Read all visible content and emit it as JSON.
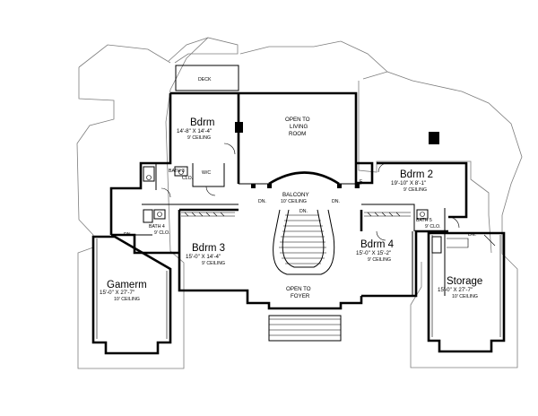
{
  "rooms": {
    "deck": "DECK",
    "bedroom1": {
      "name": "Bdrm",
      "size": "14'-8\" X 14'-4\"",
      "ceiling": "9' CEILING"
    },
    "open_living": {
      "line1": "OPEN TO",
      "line2": "LIVING",
      "line3": "ROOM"
    },
    "wic": "W/C",
    "bath3": {
      "name": "BATH 3",
      "clo": "CLO."
    },
    "bedroom2": {
      "name": "Bdrm 2",
      "size": "19'-10\" X 8'-1\"",
      "ceiling": "9' CEILING"
    },
    "balcony": {
      "name": "BALCONY",
      "ceiling": "10' CEILING"
    },
    "bath4": {
      "name": "BATH 4",
      "clo": "9' CLO."
    },
    "bedroom3": {
      "name": "Bdrm 3",
      "size": "15'-0\" X 14'-4\"",
      "ceiling": "9' CEILING"
    },
    "bedroom4": {
      "name": "Bdrm 4",
      "size": "15'-0\" X 15'-2\"",
      "ceiling": "9' CEILING"
    },
    "bath5": {
      "name": "BATH 5",
      "clo": "9' CLO."
    },
    "open_foyer": {
      "line1": "OPEN TO",
      "line2": "FOYER"
    },
    "gameroom": {
      "name": "Gamerm",
      "size": "15'-0\" X 27'-7\"",
      "ceiling": "10' CEILING"
    },
    "storage": {
      "name": "Storage",
      "size": "15'-0\" X 27'-7\"",
      "ceiling": "10' CEILING"
    }
  },
  "labels": {
    "dn": "DN.",
    "f": "F"
  }
}
